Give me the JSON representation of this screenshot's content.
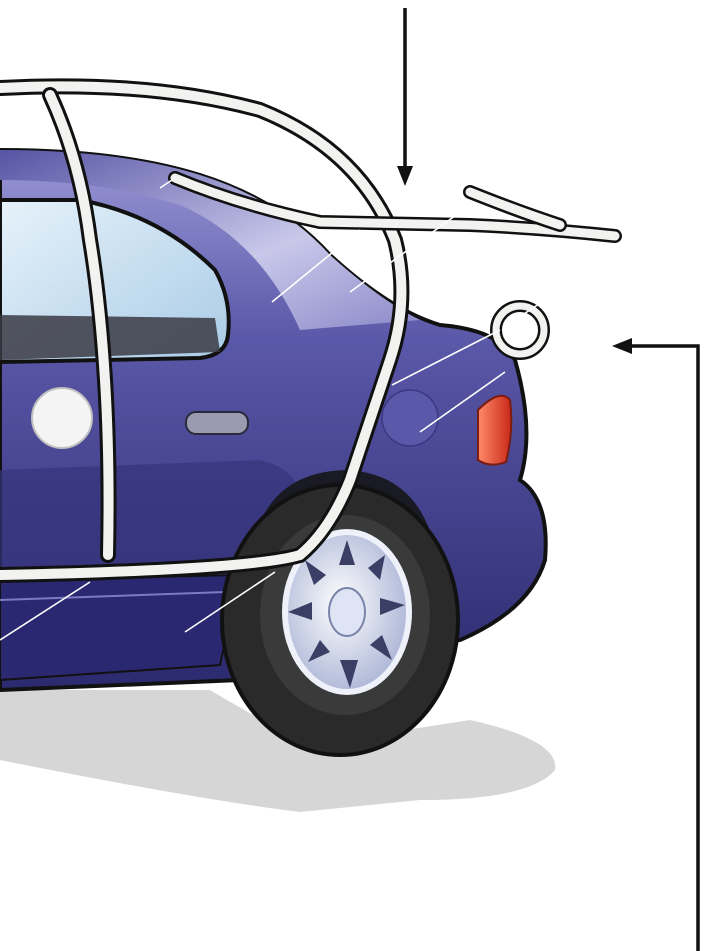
{
  "figure": {
    "subject": "car-rear-quarter-with-seal-parts",
    "parts": [
      "door-opening-weatherstrip",
      "rear-door-seal",
      "trunk-lid-seal",
      "round-grommet-seal",
      "rocker-panel-strip"
    ]
  },
  "colors": {
    "body_dark": "#2c2a6e",
    "body_mid": "#4a4896",
    "body_light": "#8a88c8",
    "glass": "#bcd8ec",
    "tire": "#2a2a2a",
    "rim": "#cfd6ea",
    "taillight": "#e0402a",
    "seal_fill": "#f2f2f0",
    "outline": "#111111",
    "shadow": "#cfcfcf"
  },
  "icons": {
    "top_arrow": "arrow-down-icon",
    "right_arrow": "arrow-left-bracket-icon"
  }
}
